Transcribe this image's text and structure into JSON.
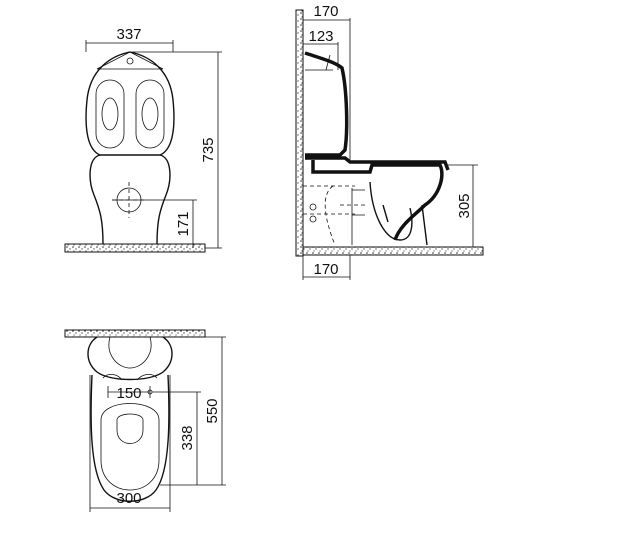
{
  "drawing": {
    "front_view": {
      "width_label": "337",
      "height_label": "735",
      "outlet_height_label": "171"
    },
    "side_view": {
      "depth_top_label": "170",
      "cistern_depth_label": "123",
      "outlet_height_label": "305",
      "depth_bottom_label": "170"
    },
    "top_view": {
      "bolt_spacing_label": "150",
      "length_label": "550",
      "bolt_to_front_label": "338",
      "width_label": "300"
    }
  }
}
